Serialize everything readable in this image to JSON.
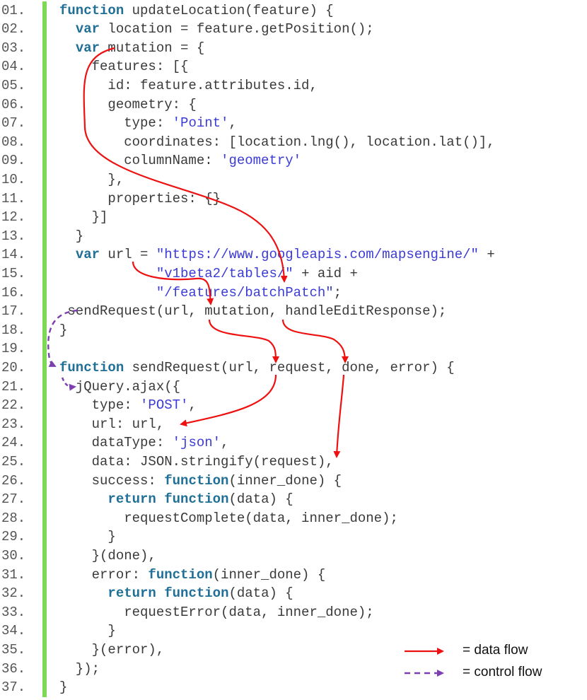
{
  "colors": {
    "gutter": "#7ed957",
    "keyword": "#1f6f97",
    "string": "#3b3bd6",
    "text": "#3a3a3a",
    "data_flow": "#ee1111",
    "control_flow": "#7b3fb0"
  },
  "code": [
    {
      "number": "01.",
      "tokens": [
        {
          "t": "kw",
          "v": "function"
        },
        {
          "t": "p",
          "v": " updateLocation(feature) {"
        }
      ]
    },
    {
      "number": "02.",
      "tokens": [
        {
          "t": "p",
          "v": "  "
        },
        {
          "t": "kw",
          "v": "var"
        },
        {
          "t": "p",
          "v": " location = feature.getPosition();"
        }
      ]
    },
    {
      "number": "03.",
      "tokens": [
        {
          "t": "p",
          "v": "  "
        },
        {
          "t": "kw",
          "v": "var"
        },
        {
          "t": "p",
          "v": " mutation = {"
        }
      ]
    },
    {
      "number": "04.",
      "tokens": [
        {
          "t": "p",
          "v": "    features: [{"
        }
      ]
    },
    {
      "number": "05.",
      "tokens": [
        {
          "t": "p",
          "v": "      id: feature.attributes.id,"
        }
      ]
    },
    {
      "number": "06.",
      "tokens": [
        {
          "t": "p",
          "v": "      geometry: {"
        }
      ]
    },
    {
      "number": "07.",
      "tokens": [
        {
          "t": "p",
          "v": "        type: "
        },
        {
          "t": "str",
          "v": "'Point'"
        },
        {
          "t": "p",
          "v": ","
        }
      ]
    },
    {
      "number": "08.",
      "tokens": [
        {
          "t": "p",
          "v": "        coordinates: [location.lng(), location.lat()],"
        }
      ]
    },
    {
      "number": "09.",
      "tokens": [
        {
          "t": "p",
          "v": "        columnName: "
        },
        {
          "t": "str",
          "v": "'geometry'"
        }
      ]
    },
    {
      "number": "10.",
      "tokens": [
        {
          "t": "p",
          "v": "      },"
        }
      ]
    },
    {
      "number": "11.",
      "tokens": [
        {
          "t": "p",
          "v": "      properties: {}"
        }
      ]
    },
    {
      "number": "12.",
      "tokens": [
        {
          "t": "p",
          "v": "    }]"
        }
      ]
    },
    {
      "number": "13.",
      "tokens": [
        {
          "t": "p",
          "v": "  }"
        }
      ]
    },
    {
      "number": "14.",
      "tokens": [
        {
          "t": "p",
          "v": "  "
        },
        {
          "t": "kw",
          "v": "var"
        },
        {
          "t": "p",
          "v": " url = "
        },
        {
          "t": "str",
          "v": "\"https://www.googleapis.com/mapsengine/\""
        },
        {
          "t": "p",
          "v": " +"
        }
      ]
    },
    {
      "number": "15.",
      "tokens": [
        {
          "t": "p",
          "v": "            "
        },
        {
          "t": "str",
          "v": "\"v1beta2/tables/\""
        },
        {
          "t": "p",
          "v": " + aid +"
        }
      ]
    },
    {
      "number": "16.",
      "tokens": [
        {
          "t": "p",
          "v": "            "
        },
        {
          "t": "str",
          "v": "\"/features/batchPatch\""
        },
        {
          "t": "p",
          "v": ";"
        }
      ]
    },
    {
      "number": "17.",
      "tokens": [
        {
          "t": "p",
          "v": " sendRequest(url, mutation, handleEditResponse);"
        }
      ]
    },
    {
      "number": "18.",
      "tokens": [
        {
          "t": "p",
          "v": "}"
        }
      ]
    },
    {
      "number": "19.",
      "tokens": [
        {
          "t": "p",
          "v": ""
        }
      ]
    },
    {
      "number": "20.",
      "tokens": [
        {
          "t": "kw",
          "v": "function"
        },
        {
          "t": "p",
          "v": " sendRequest(url, request, done, error) {"
        }
      ]
    },
    {
      "number": "21.",
      "tokens": [
        {
          "t": "p",
          "v": "  jQuery.ajax({"
        }
      ]
    },
    {
      "number": "22.",
      "tokens": [
        {
          "t": "p",
          "v": "    type: "
        },
        {
          "t": "str",
          "v": "'POST'"
        },
        {
          "t": "p",
          "v": ","
        }
      ]
    },
    {
      "number": "23.",
      "tokens": [
        {
          "t": "p",
          "v": "    url: url,"
        }
      ]
    },
    {
      "number": "24.",
      "tokens": [
        {
          "t": "p",
          "v": "    dataType: "
        },
        {
          "t": "str",
          "v": "'json'"
        },
        {
          "t": "p",
          "v": ","
        }
      ]
    },
    {
      "number": "25.",
      "tokens": [
        {
          "t": "p",
          "v": "    data: JSON.stringify(request),"
        }
      ]
    },
    {
      "number": "26.",
      "tokens": [
        {
          "t": "p",
          "v": "    success: "
        },
        {
          "t": "kw",
          "v": "function"
        },
        {
          "t": "p",
          "v": "(inner_done) {"
        }
      ]
    },
    {
      "number": "27.",
      "tokens": [
        {
          "t": "p",
          "v": "      "
        },
        {
          "t": "kw",
          "v": "return"
        },
        {
          "t": "p",
          "v": " "
        },
        {
          "t": "kw",
          "v": "function"
        },
        {
          "t": "p",
          "v": "(data) {"
        }
      ]
    },
    {
      "number": "28.",
      "tokens": [
        {
          "t": "p",
          "v": "        requestComplete(data, inner_done);"
        }
      ]
    },
    {
      "number": "29.",
      "tokens": [
        {
          "t": "p",
          "v": "      }"
        }
      ]
    },
    {
      "number": "30.",
      "tokens": [
        {
          "t": "p",
          "v": "    }(done),"
        }
      ]
    },
    {
      "number": "31.",
      "tokens": [
        {
          "t": "p",
          "v": "    error: "
        },
        {
          "t": "kw",
          "v": "function"
        },
        {
          "t": "p",
          "v": "(inner_done) {"
        }
      ]
    },
    {
      "number": "32.",
      "tokens": [
        {
          "t": "p",
          "v": "      "
        },
        {
          "t": "kw",
          "v": "return"
        },
        {
          "t": "p",
          "v": " "
        },
        {
          "t": "kw",
          "v": "function"
        },
        {
          "t": "p",
          "v": "(data) {"
        }
      ]
    },
    {
      "number": "33.",
      "tokens": [
        {
          "t": "p",
          "v": "        requestError(data, inner_done);"
        }
      ]
    },
    {
      "number": "34.",
      "tokens": [
        {
          "t": "p",
          "v": "      }"
        }
      ]
    },
    {
      "number": "35.",
      "tokens": [
        {
          "t": "p",
          "v": "    }(error),"
        }
      ]
    },
    {
      "number": "36.",
      "tokens": [
        {
          "t": "p",
          "v": "  });"
        }
      ]
    },
    {
      "number": "37.",
      "tokens": [
        {
          "t": "p",
          "v": "}"
        }
      ]
    }
  ],
  "legend": {
    "data_flow_label": "= data flow",
    "control_flow_label": "= control flow"
  }
}
